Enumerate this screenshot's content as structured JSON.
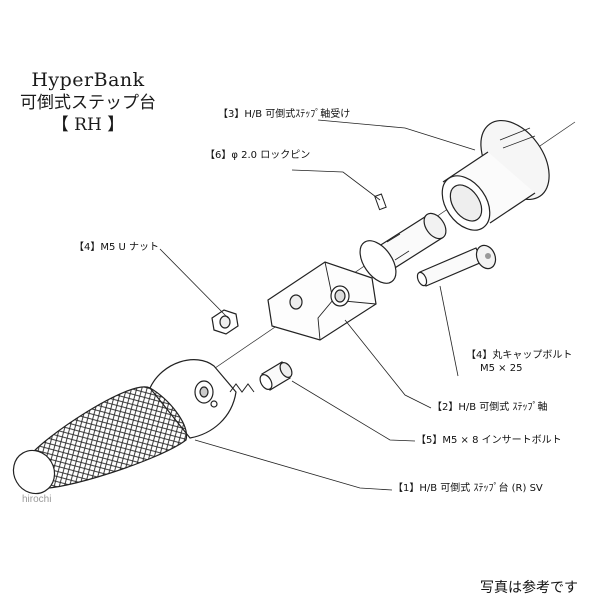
{
  "title": {
    "line1": "HyperBank",
    "line2": "可倒式ステップ台",
    "line3": "【 RH 】"
  },
  "parts": [
    {
      "id": "p3",
      "label": "【3】H/B 可倒式ｽﾃｯﾌﾟ軸受け"
    },
    {
      "id": "p6",
      "label": "【6】φ 2.0 ロックピン"
    },
    {
      "id": "p4a",
      "label": "【4】M5 U ナット"
    },
    {
      "id": "p4b",
      "label": "【4】丸キャップボルト",
      "sub": "M5 × 25"
    },
    {
      "id": "p2",
      "label": "【2】H/B 可倒式 ｽﾃｯﾌﾟ軸"
    },
    {
      "id": "p5",
      "label": "【5】M5 × 8 インサートボルト"
    },
    {
      "id": "p1",
      "label": "【1】H/B 可倒式 ｽﾃｯﾌﾟ台 (R) SV"
    }
  ],
  "watermark": "hirochi",
  "footer_note": "写真は参考です"
}
